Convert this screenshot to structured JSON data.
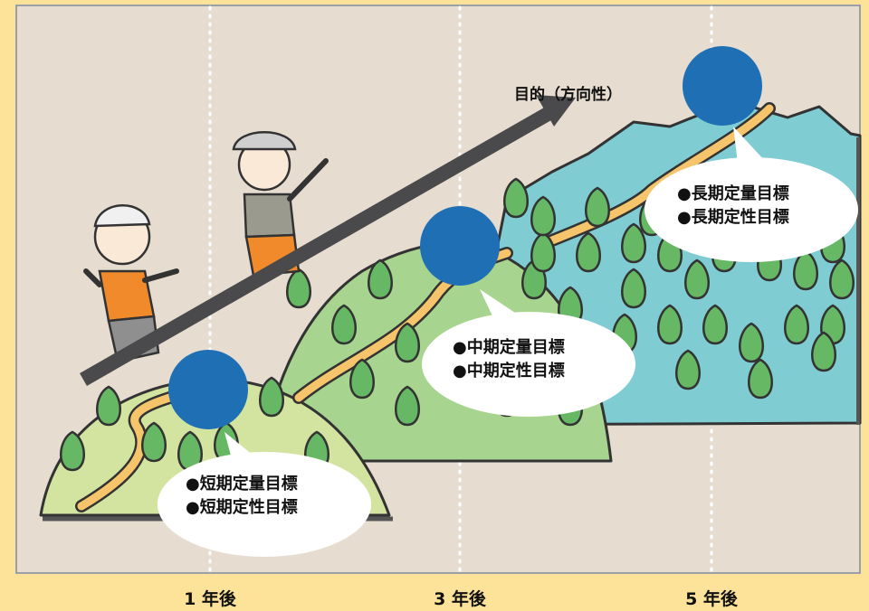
{
  "arrow_label": "目的（方向性）",
  "milestones": [
    {
      "year": "1 年後",
      "lines": [
        "●短期定量目標",
        "●短期定性目標"
      ]
    },
    {
      "year": "3 年後",
      "lines": [
        "●中期定量目標",
        "●中期定性目標"
      ]
    },
    {
      "year": "5 年後",
      "lines": [
        "●長期定量目標",
        "●長期定性目標"
      ]
    }
  ],
  "colors": {
    "page_bg": "#fde39a",
    "panel_bg": "#e6ddd0",
    "marker": "#1f6fb5",
    "arrow": "#4a4a4c",
    "mountain_short": "#d3e4a0",
    "mountain_mid": "#a7d48f",
    "mountain_long": "#7fcdd3",
    "tree": "#66b864",
    "path": "#f6c46b"
  }
}
